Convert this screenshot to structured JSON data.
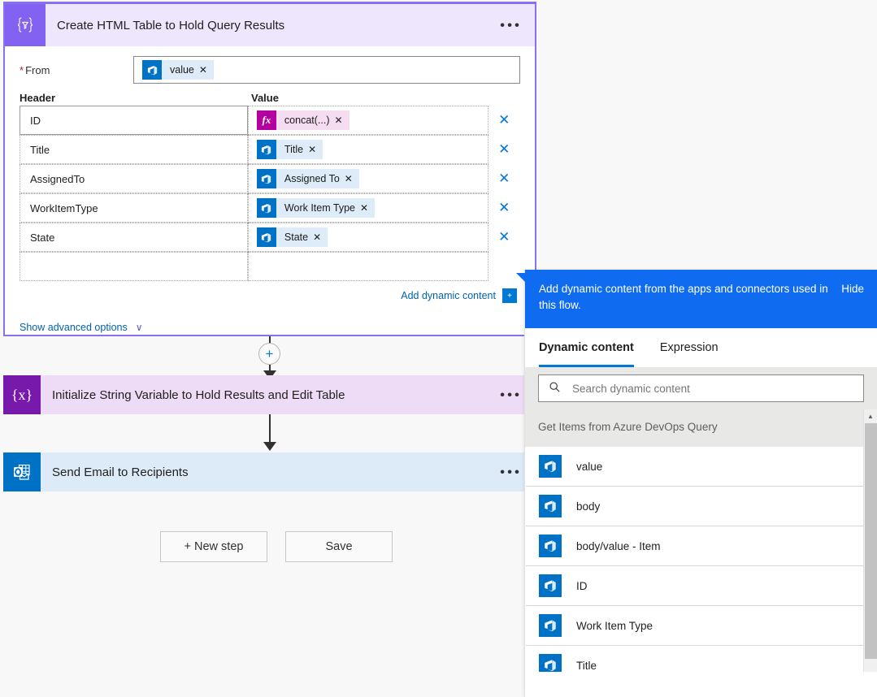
{
  "action_card": {
    "icon_name": "data-operation-filter-icon",
    "title": "Create HTML Table to Hold Query Results",
    "more_label": "•••",
    "from": {
      "label": "From",
      "required_marker": "*",
      "token": {
        "label": "value",
        "remove": "✕",
        "icon_name": "azure-devops-icon",
        "icon_glyph": "⏐"
      }
    },
    "columns": {
      "header": "Header",
      "value": "Value"
    },
    "rows": [
      {
        "key": "ID",
        "value": "concat(...)",
        "kind": "expression",
        "remove": "✕",
        "delete": "✕",
        "selected": true
      },
      {
        "key": "Title",
        "value": "Title",
        "kind": "dynamic",
        "remove": "✕",
        "delete": "✕",
        "selected": false
      },
      {
        "key": "AssignedTo",
        "value": "Assigned To",
        "kind": "dynamic",
        "remove": "✕",
        "delete": "✕",
        "selected": false
      },
      {
        "key": "WorkItemType",
        "value": "Work Item Type",
        "kind": "dynamic",
        "remove": "✕",
        "delete": "✕",
        "selected": false
      },
      {
        "key": "State",
        "value": "State",
        "kind": "dynamic",
        "remove": "✕",
        "delete": "✕",
        "selected": false
      },
      {
        "key": "",
        "value": "",
        "kind": "empty",
        "remove": "",
        "delete": "",
        "selected": false
      }
    ],
    "add_dynamic_content": "Add dynamic content",
    "add_dynamic_badge": "+",
    "show_advanced_options": "Show advanced options",
    "chevron": "∨"
  },
  "steps": [
    {
      "icon_name": "variable-icon",
      "icon_glyph": "{x}",
      "title": "Initialize String Variable to Hold Results and Edit Table",
      "more_label": "•••"
    },
    {
      "icon_name": "outlook-icon",
      "icon_glyph": "",
      "title": "Send Email to Recipients",
      "more_label": "•••"
    }
  ],
  "connector": {
    "plus": "+"
  },
  "buttons": {
    "new_step": "+ New step",
    "save": "Save"
  },
  "panel": {
    "tooltip": {
      "text": "Add dynamic content from the apps and connectors used in this flow.",
      "hide_label": "Hide"
    },
    "tabs": [
      {
        "label": "Dynamic content",
        "active": true
      },
      {
        "label": "Expression",
        "active": false
      }
    ],
    "search": {
      "placeholder": "Search dynamic content",
      "value": "",
      "icon_name": "search-icon",
      "icon_glyph": "⌕"
    },
    "group_title": "Get Items from Azure DevOps Query",
    "items": [
      {
        "label": "value",
        "icon_name": "azure-devops-icon"
      },
      {
        "label": "body",
        "icon_name": "azure-devops-icon"
      },
      {
        "label": "body/value - Item",
        "icon_name": "azure-devops-icon"
      },
      {
        "label": "ID",
        "icon_name": "azure-devops-icon"
      },
      {
        "label": "Work Item Type",
        "icon_name": "azure-devops-icon"
      },
      {
        "label": "Title",
        "icon_name": "azure-devops-icon"
      }
    ],
    "scrollbar": {
      "up_arrow": "▲"
    }
  },
  "colors": {
    "accent_purple": "#8262f0",
    "card_header": "#eee6fc",
    "variable_purple": "#7719aa",
    "outlook_blue": "#0072c6",
    "tooltip_blue": "#0f6cf0",
    "link_blue": "#0062ad",
    "tab_underline": "#0078d4",
    "expression_magenta": "#b4009e",
    "required_red": "#a4262c"
  }
}
